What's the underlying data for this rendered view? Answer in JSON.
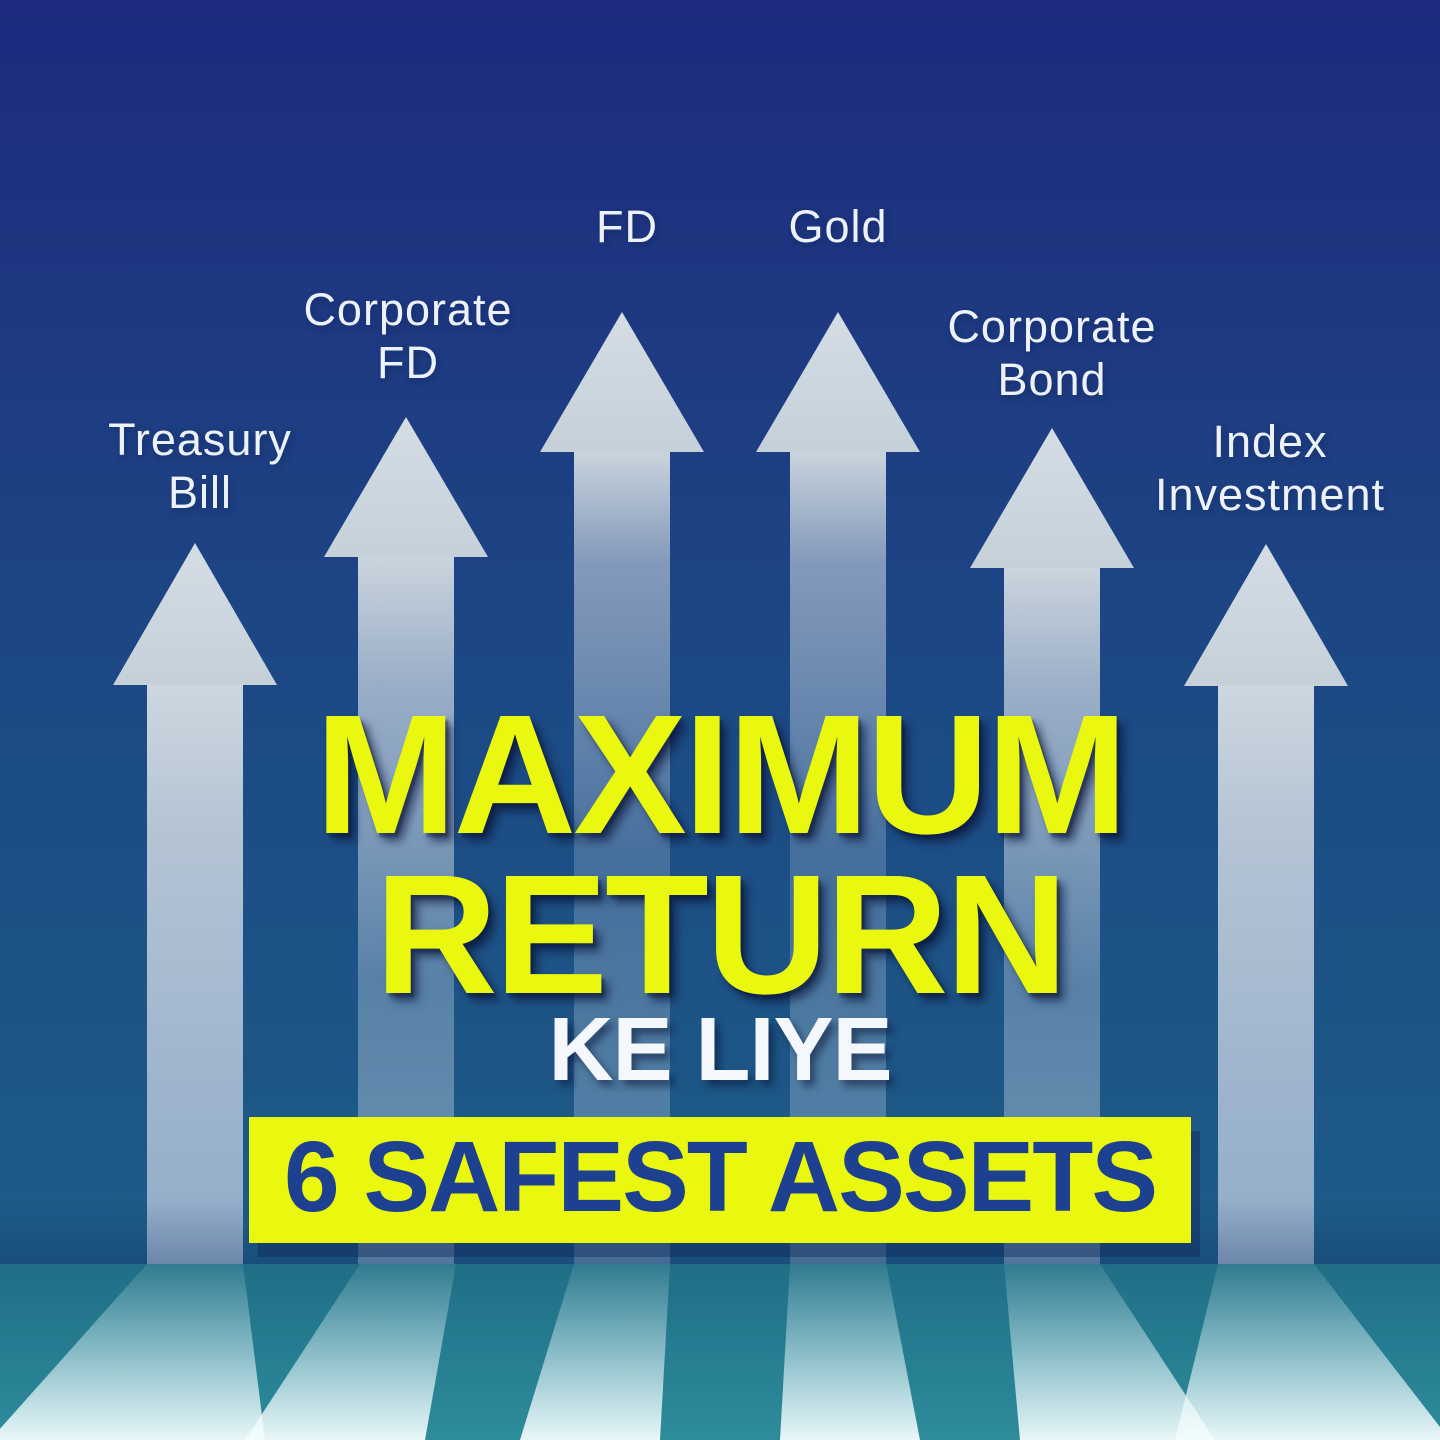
{
  "poster": {
    "headline_line1": "MAXIMUM",
    "headline_line2": "RETURN",
    "subtitle": "KE LIYE",
    "banner_text": "6 SAFEST ASSETS"
  },
  "assets": [
    {
      "name": "treasury-bill",
      "label": "Treasury\nBill"
    },
    {
      "name": "corporate-fd",
      "label": "Corporate\nFD"
    },
    {
      "name": "fd",
      "label": "FD"
    },
    {
      "name": "gold",
      "label": "Gold"
    },
    {
      "name": "corporate-bond",
      "label": "Corporate\nBond"
    },
    {
      "name": "index-investment",
      "label": "Index\nInvestment"
    }
  ],
  "colors": {
    "background_top_navy": "#1D2A7D",
    "background_bottom_blue": "#1D5D88",
    "floor_teal": "#1F6E86",
    "floor_ray_light": "#F2FCFD",
    "arrow_light": "#CDD7DF",
    "accent_yellow": "#E9F80E",
    "banner_text_navy": "#1E4090",
    "label_text": "#EDF2F9"
  }
}
